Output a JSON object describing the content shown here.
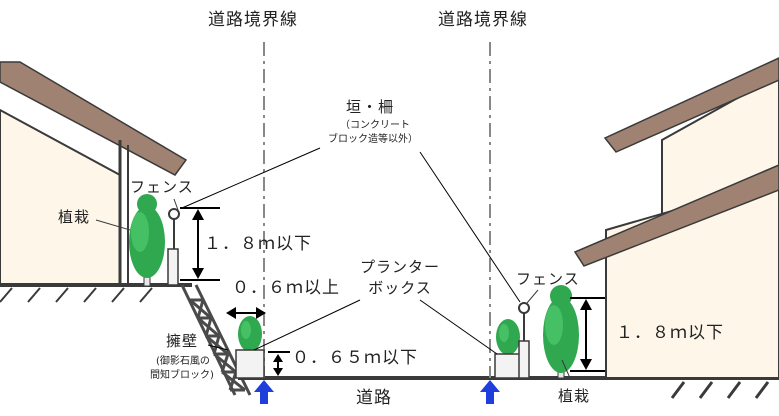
{
  "labels": {
    "boundary_left": "道路境界線",
    "boundary_right": "道路境界線",
    "fence_title": "垣・柵",
    "fence_sub1": "（コンクリート",
    "fence_sub2": "ブロック造等以外）",
    "fence_left": "フェンス",
    "fence_right": "フェンス",
    "planting_left": "植栽",
    "planting_right": "植栽",
    "height_left": "１．８ｍ以下",
    "height_right": "１．８ｍ以下",
    "setback": "０．６ｍ以上",
    "planter_line1": "プランター",
    "planter_line2": "ボックス",
    "planter_height": "０．６５ｍ以下",
    "retaining_wall": "擁壁",
    "retaining_sub1": "(御影石風の",
    "retaining_sub2": "間知ブロック)",
    "road": "道路"
  },
  "colors": {
    "roof": "#a08272",
    "wall": "#fdf6e9",
    "outline": "#3a3a3a",
    "tree": "#2fa84f",
    "tree_light": "#45c064",
    "trunk": "#e8e8e8",
    "boundary_line": "#888888",
    "arrow_blue": "#1f3fdc",
    "lattice": "#4a4a4a"
  }
}
